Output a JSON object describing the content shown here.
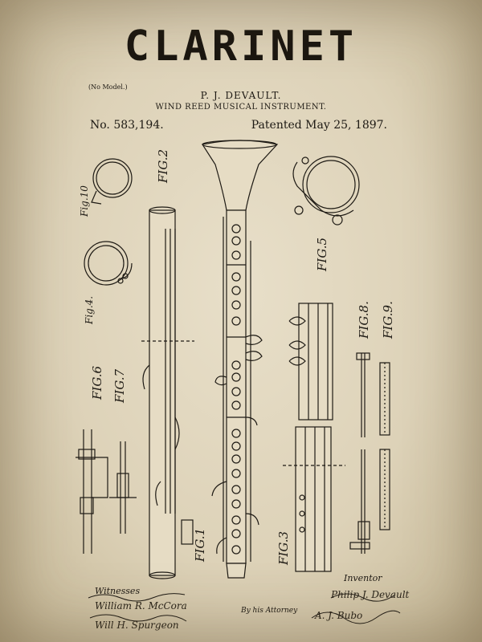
{
  "header": {
    "title": "CLARINET",
    "no_model": "(No Model.)",
    "inventor": "P. J. DEVAULT.",
    "subtitle": "WIND REED MUSICAL INSTRUMENT.",
    "patent_number": "No. 583,194.",
    "patent_date": "Patented May 25, 1897."
  },
  "figures": {
    "fig1": "FIG.1",
    "fig2": "FIG.2",
    "fig3": "FIG.3",
    "fig4": "Fig.4.",
    "fig5": "FIG.5",
    "fig6": "FIG.6",
    "fig7": "FIG.7",
    "fig8": "FIG.8.",
    "fig9": "FIG.9.",
    "fig10": "Fig.10"
  },
  "footer": {
    "witnesses_label": "Witnesses",
    "witness1": "William R. McCora",
    "witness2": "Will H. Spurgeon",
    "inventor_label": "Inventor",
    "inventor_signature": "Philip J. Devault",
    "attorney_label": "By his Attorney",
    "attorney_signature": "A. J. Bubo"
  },
  "colors": {
    "paper": "#ddd2b8",
    "ink": "#1e1a14"
  }
}
